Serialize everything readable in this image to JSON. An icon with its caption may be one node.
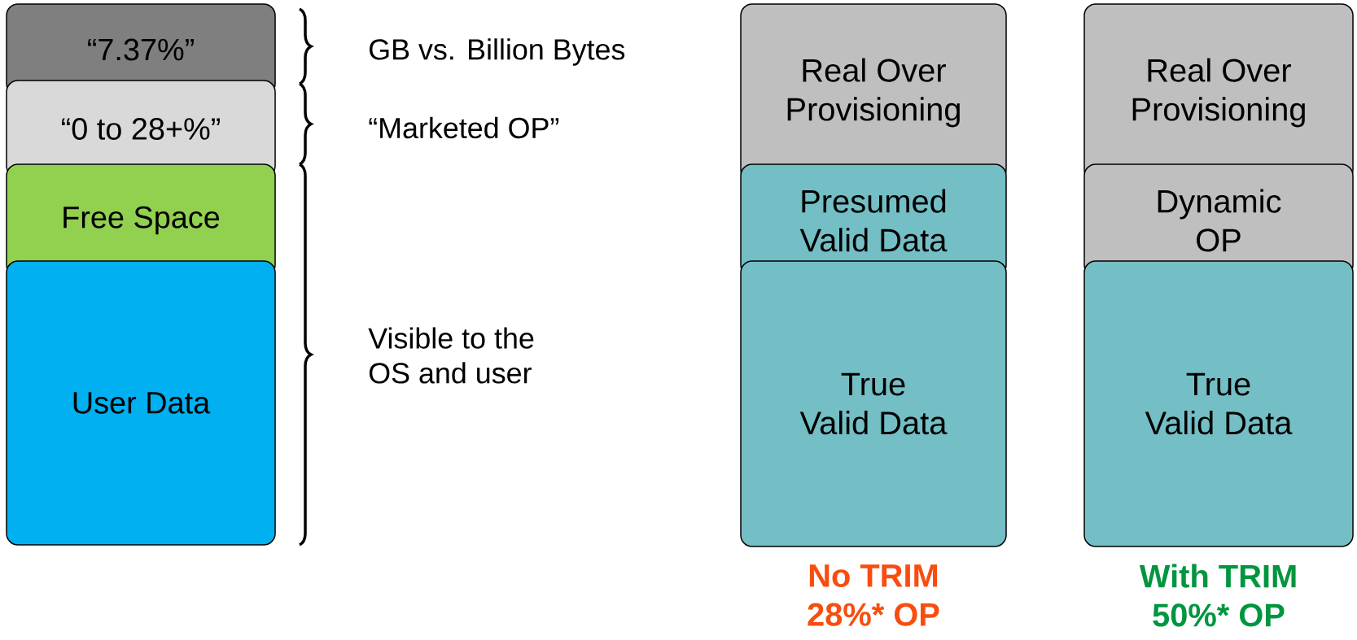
{
  "diagram": {
    "nodes": [
      {
        "text": [
          "“7.37%”"
        ]
      },
      {
        "text": [
          "“0 to 28+%”"
        ]
      },
      {
        "text": [
          "Free Space"
        ]
      },
      {
        "text": [
          "User Data"
        ]
      },
      {
        "text": [
          "Real Over Provisioning"
        ]
      },
      {
        "text": [
          "Presumed Valid Data"
        ]
      },
      {
        "text": [
          "True Valid Data"
        ]
      },
      {
        "text": [
          "Real Over Provisioning"
        ]
      },
      {
        "text": [
          "Dynamic OP"
        ]
      },
      {
        "text": [
          "True Valid Data"
        ]
      }
    ],
    "labels": [
      "GB vs. Billion Bytes",
      "“Marketed OP”",
      "Visible to the OS and user",
      "No TRIM 28%* OP",
      "With TRIM 50%* OP"
    ]
  }
}
